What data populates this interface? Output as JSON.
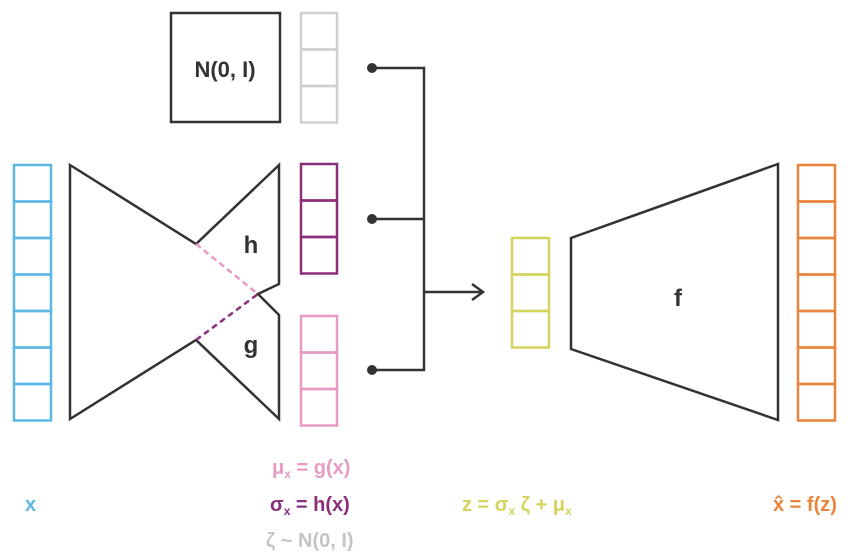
{
  "colors": {
    "input": "#5bb8e2",
    "prior": "#cfcfcf",
    "sigma": "#8b2f7c",
    "mu": "#e69ac4",
    "latent": "#d4d35e",
    "output": "#e8843c",
    "stroke": "#333333"
  },
  "labels": {
    "prior_box": "N(0, I)",
    "encoder_h": "h",
    "encoder_g": "g",
    "decoder_f": "f"
  },
  "captions": {
    "x": "x",
    "mu_sym": "μ",
    "mu_sub": "x",
    "mu_rest": " = g(x)",
    "sigma_sym": "σ",
    "sigma_sub": "x",
    "sigma_rest": " = h(x)",
    "zeta": "ζ ~ N(0, I)",
    "z_pre": "z = σ",
    "z_sub1": "x",
    "z_mid": " ζ + μ",
    "z_sub2": "x",
    "xhat_pre": "x̂",
    "xhat_rest": " = f(z)"
  },
  "icons": {
    "arrow": "right-arrow-icon",
    "dot": "connector-dot-icon"
  }
}
